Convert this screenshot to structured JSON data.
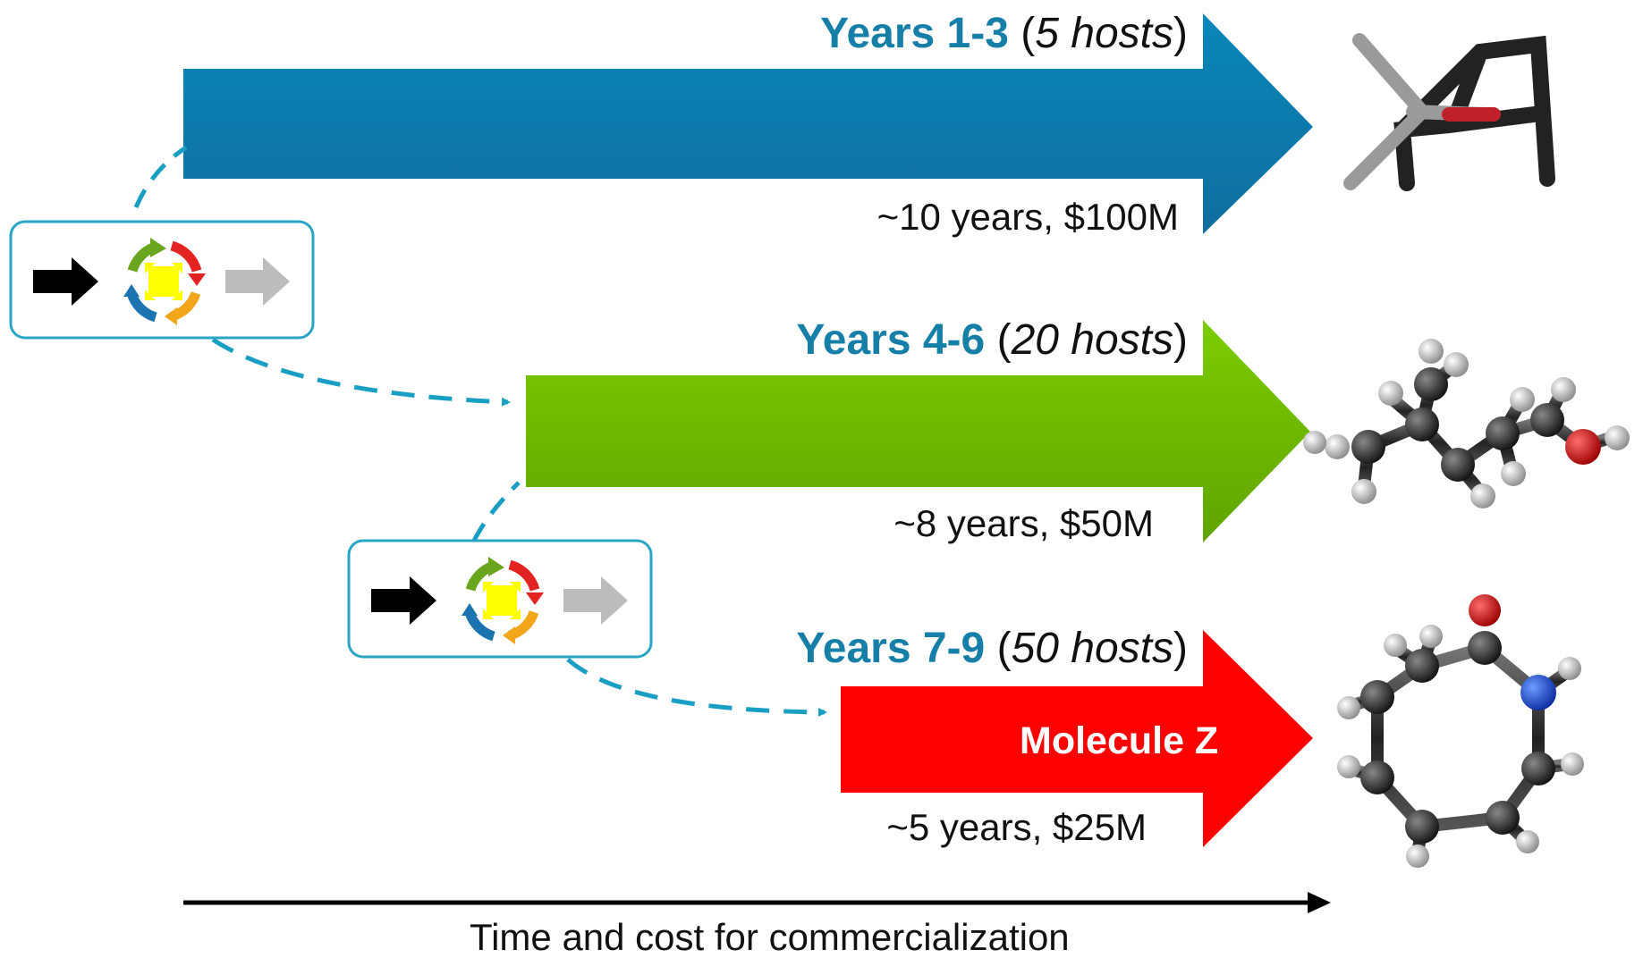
{
  "colors": {
    "phase1": "#0a87ba",
    "phase2": "#6fbf00",
    "phase3": "#ff0000",
    "connector": "#1a9fc4",
    "cycle_box_border": "#2aa6c4"
  },
  "phases": [
    {
      "years": "Years 1-3",
      "open_paren": " (",
      "hosts": "5 hosts",
      "close_paren": ")",
      "cost": "~10 years, $100M",
      "molecule_icon": "ball-and-stick-molecule-icon"
    },
    {
      "years": "Years 4-6",
      "open_paren": " (",
      "hosts": "20 hosts",
      "close_paren": ")",
      "cost": "~8 years, $50M",
      "molecule_icon": "ball-and-stick-molecule-icon"
    },
    {
      "years": "Years 7-9",
      "open_paren": " (",
      "hosts": "50 hosts",
      "close_paren": ")",
      "cost": "~5 years, $25M",
      "arrow_label": "Molecule Z",
      "molecule_icon": "ball-and-stick-molecule-icon"
    }
  ],
  "cycle_icons": [
    "cycle-diagram-icon",
    "cycle-diagram-icon"
  ],
  "axis": {
    "label": "Time and cost for commercialization"
  }
}
